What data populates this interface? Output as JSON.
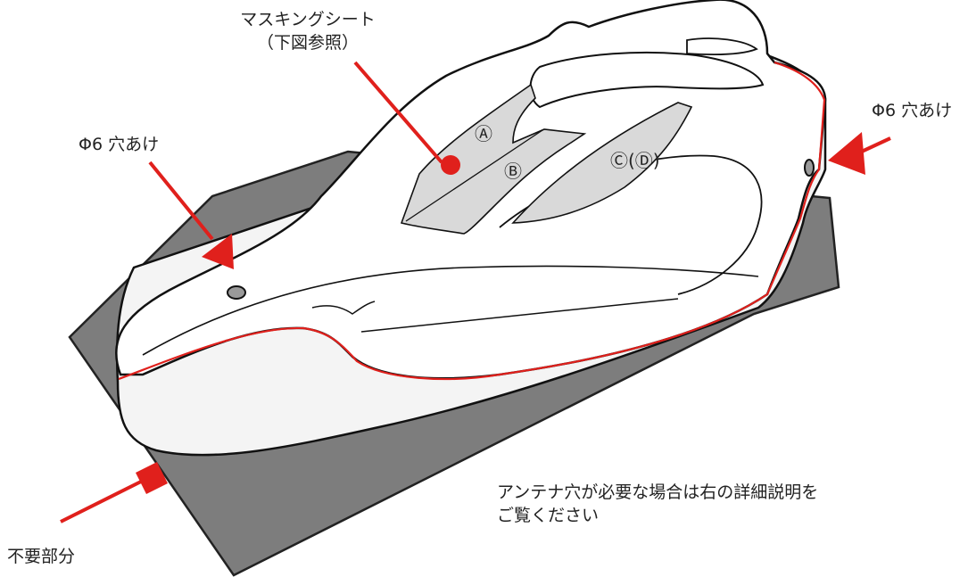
{
  "labels": {
    "masking_sheet": "マスキングシート",
    "masking_sheet_ref": "（下図参照）",
    "hole_left": "Φ6 穴あけ",
    "hole_right": "Φ6 穴あけ",
    "unneeded": "不要部分",
    "antenna_note_line1": "アンテナ穴が必要な場合は右の詳細説明を",
    "antenna_note_line2": "ご覧ください"
  },
  "mask_marks": {
    "a": "Ⓐ",
    "b": "Ⓑ",
    "cd": "Ⓒ(Ⓓ)"
  },
  "colors": {
    "tray": "#7d7d7d",
    "tray_edge": "#222222",
    "body": "#ffffff",
    "body_outline": "#111111",
    "trim_line": "#e0201c",
    "mask_fill": "#d9d9d9",
    "arrow": "#e0201c"
  }
}
